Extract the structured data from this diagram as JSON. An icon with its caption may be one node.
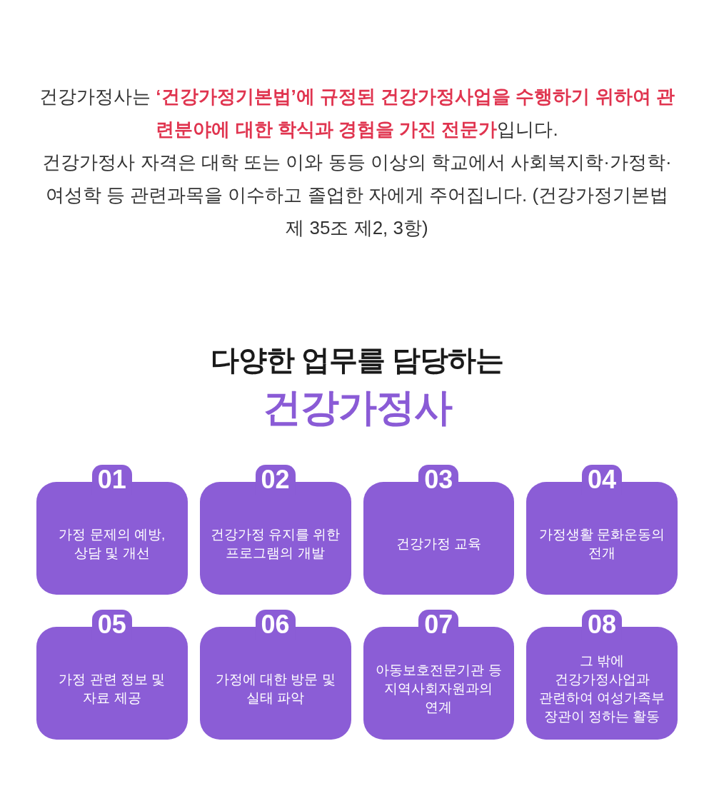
{
  "diagram": {
    "title": "다양한 업무를 담당하는 **건강가정사**",
    "nodes": [
      {
        "text": [
          "01",
          "가정 문제의 예방, 상담 및 개선"
        ]
      },
      {
        "text": [
          "02",
          "건강가정 유지를 위한 프로그램의 개발"
        ]
      },
      {
        "text": [
          "03",
          "건강가정 교육"
        ]
      },
      {
        "text": [
          "04",
          "가정생활 문화운동의 전개"
        ]
      },
      {
        "text": [
          "05",
          "가정 관련 정보 및 자료 제공"
        ]
      },
      {
        "text": [
          "06",
          "가정에 대한 방문 및 실태 파악"
        ]
      },
      {
        "text": [
          "07",
          "아동보호전문기관 등 지역사회자원과의 연계"
        ]
      },
      {
        "text": [
          "08",
          "그 밖에 건강가정사업과 관련하여 여성가족부 장관이 정하는 활동"
        ]
      }
    ],
    "labels": [
      "건강가정사는 **‘건강가정기본법’에 규정된 건강가정사업을 수행하기 위하여 관련분야에 대한 학식과 경험을 가진 전문가**입니다.",
      "건강가정사 자격은 대학 또는 이와 동등 이상의 학교에서 사회복지학·가정학·여성학 등 관련과목을 이수하고 졸업한 자에게 주어집니다. (건강가정기본법 제 35조 제2, 3항)"
    ]
  }
}
